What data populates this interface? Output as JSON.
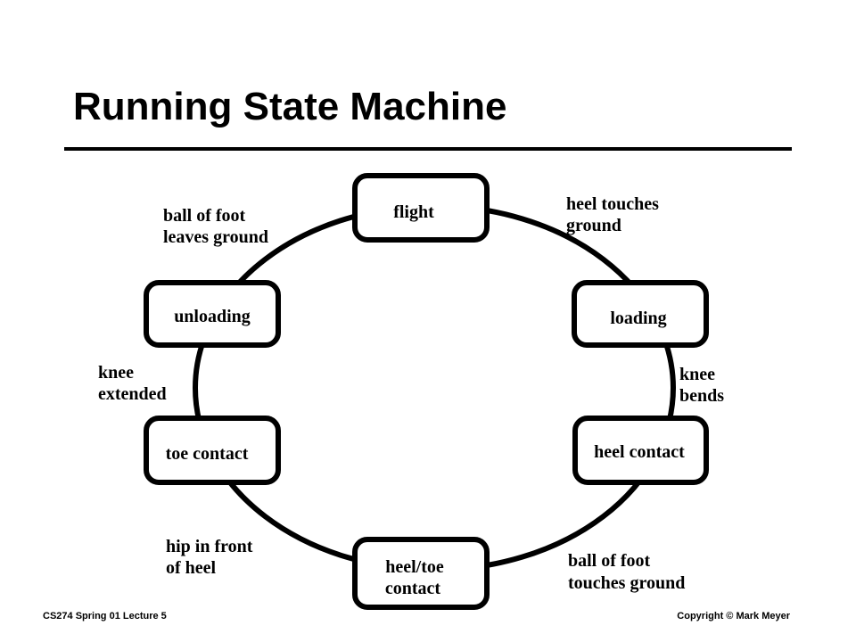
{
  "slide": {
    "title": "Running State Machine",
    "footer_left": "CS274 Spring 01 Lecture 5",
    "footer_right": "Copyright © Mark Meyer"
  },
  "diagram": {
    "states": [
      {
        "id": "flight",
        "label_lines": [
          "flight"
        ]
      },
      {
        "id": "loading",
        "label_lines": [
          "loading"
        ]
      },
      {
        "id": "heel-contact",
        "label_lines": [
          "heel contact"
        ]
      },
      {
        "id": "heel-toe-contact",
        "label_lines": [
          "heel/toe",
          "contact"
        ]
      },
      {
        "id": "toe-contact",
        "label_lines": [
          "toe contact"
        ]
      },
      {
        "id": "unloading",
        "label_lines": [
          "unloading"
        ]
      }
    ],
    "transitions": [
      {
        "from": "flight",
        "to": "loading",
        "label_lines": [
          "heel touches",
          "ground"
        ]
      },
      {
        "from": "loading",
        "to": "heel-contact",
        "label_lines": [
          "knee",
          "bends"
        ]
      },
      {
        "from": "heel-contact",
        "to": "heel-toe-contact",
        "label_lines": [
          "ball of foot",
          "touches ground"
        ]
      },
      {
        "from": "heel-toe-contact",
        "to": "toe-contact",
        "label_lines": [
          "hip in front",
          "of heel"
        ]
      },
      {
        "from": "toe-contact",
        "to": "unloading",
        "label_lines": [
          "knee",
          "extended"
        ]
      },
      {
        "from": "unloading",
        "to": "flight",
        "label_lines": [
          "ball of foot",
          "leaves ground"
        ]
      }
    ]
  }
}
